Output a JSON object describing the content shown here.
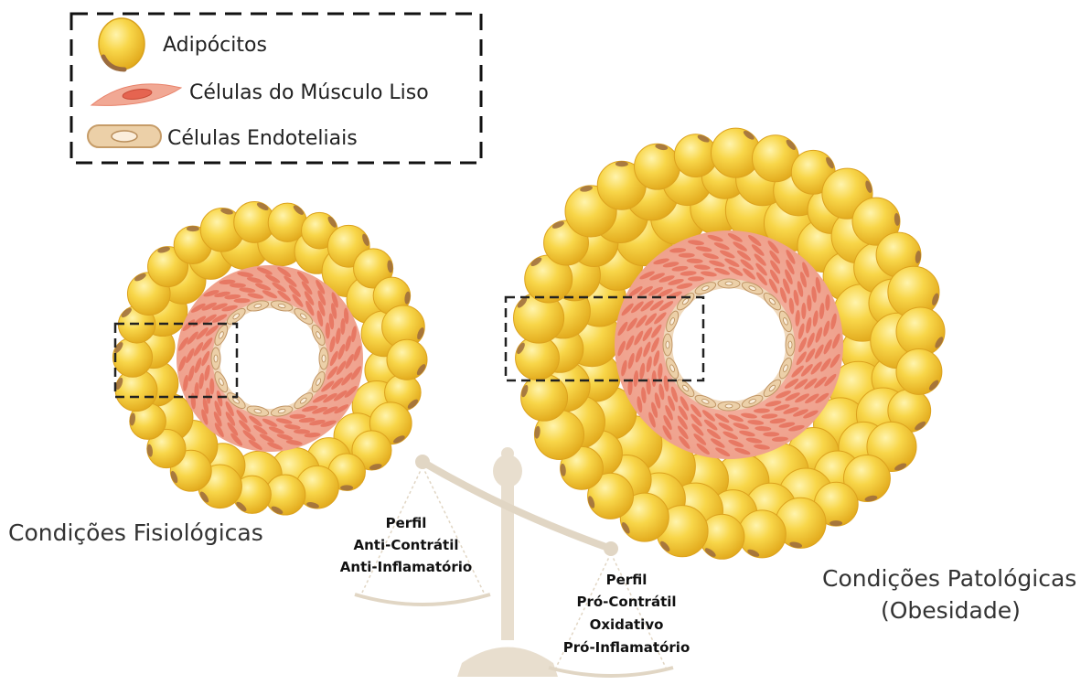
{
  "legend": {
    "adipocytes": "Adipócitos",
    "smooth_muscle": "Células do Músculo Liso",
    "endothelial": "Células Endoteliais"
  },
  "left_condition": "Condições Fisiológicas",
  "right_condition": {
    "line1": "Condições Patológicas",
    "line2": "(Obesidade)"
  },
  "left_profile": [
    "Perfil",
    "Anti-Contrátil",
    "Anti-Inflamatório"
  ],
  "right_profile": [
    "Perfil",
    "Pró-Contrátil",
    "Oxidativo",
    "Pró-Inflamatório"
  ],
  "colors": {
    "adipocyte": "#f6cf3a",
    "adipocyte_highlight": "#fff3a8",
    "adipocyte_edge": "#e0a81a",
    "nucleus": "#9b6b3e",
    "muscle": "#f1a894",
    "muscle_nucleus": "#e06650",
    "endothelial": "#f0d7b6",
    "scale": "#c8b089"
  }
}
